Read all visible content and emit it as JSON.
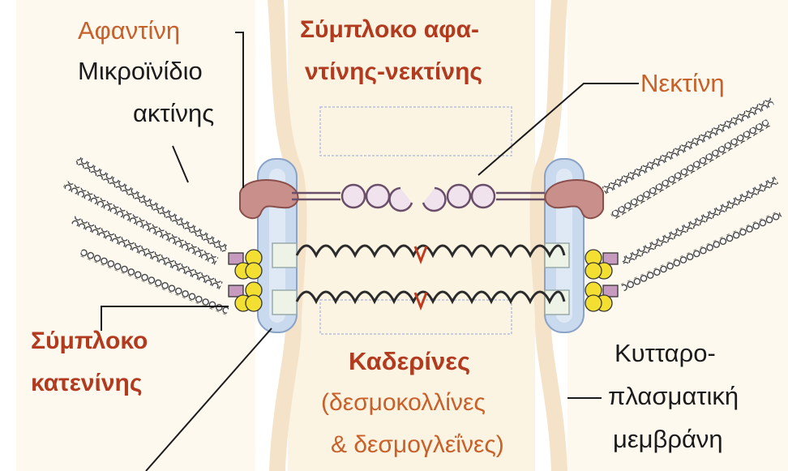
{
  "labels": {
    "afantini": "Αφαντίνη",
    "actin_line1": "Μικροϊνίδιο",
    "actin_line2": "ακτίνης",
    "afadin_nectin_complex_line1": "Σύμπλοκο αφα-",
    "afadin_nectin_complex_line2": "ντίνης-νεκτίνης",
    "nectin": "Νεκτίνη",
    "catenin_complex_line1": "Σύμπλοκο",
    "catenin_complex_line2": "κατενίνης",
    "cadherins_title": "Καδερίνες",
    "cadherins_line2": "(δεσμοκολλίνες",
    "cadherins_line3": "& δεσμογλεΐνες)",
    "membrane_line1": "Κυτταρο-",
    "membrane_line2": "πλασματική",
    "membrane_line3": "μεμβράνη"
  },
  "colors": {
    "label_orange": "#c8602a",
    "label_brown": "#b23a1e",
    "background_band": "#fbf4e3",
    "membrane": "#f7e6cf",
    "plaque_blue": "#c9d9ee",
    "afadin_pink": "#c98f8a",
    "catenin_yellow": "#f3df32",
    "catenin_pink": "#c69bbf",
    "cadherin_red": "#c23a1e"
  }
}
